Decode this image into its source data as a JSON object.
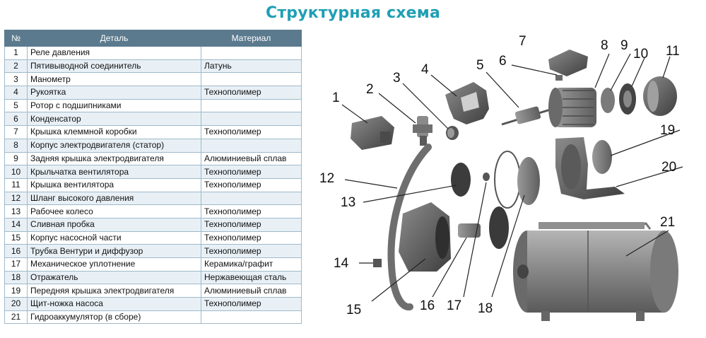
{
  "title": "Структурная схема",
  "table": {
    "headers": [
      "№",
      "Деталь",
      "Материал"
    ],
    "rows": [
      [
        "1",
        "Реле давления",
        ""
      ],
      [
        "2",
        "Пятивыводной соединитель",
        "Латунь"
      ],
      [
        "3",
        "Манометр",
        ""
      ],
      [
        "4",
        "Рукоятка",
        "Технополимер"
      ],
      [
        "5",
        "Ротор с подшипниками",
        ""
      ],
      [
        "6",
        "Конденсатор",
        ""
      ],
      [
        "7",
        "Крышка клеммной коробки",
        "Технополимер"
      ],
      [
        "8",
        "Корпус электродвигателя (статор)",
        ""
      ],
      [
        "9",
        "Задняя крышка электродвигателя",
        "Алюминиевый сплав"
      ],
      [
        "10",
        "Крыльчатка вентилятора",
        "Технополимер"
      ],
      [
        "11",
        "Крышка вентилятора",
        "Технополимер"
      ],
      [
        "12",
        "Шланг высокого давления",
        ""
      ],
      [
        "13",
        "Рабочее колесо",
        "Технополимер"
      ],
      [
        "14",
        "Сливная пробка",
        "Технополимер"
      ],
      [
        "15",
        "Корпус насосной части",
        "Технополимер"
      ],
      [
        "16",
        "Трубка Вентури и диффузор",
        "Технополимер"
      ],
      [
        "17",
        "Механическое уплотнение",
        "Керамика/графит"
      ],
      [
        "18",
        "Отражатель",
        "Нержавеющая сталь"
      ],
      [
        "19",
        "Передняя крышка электродвигателя",
        "Алюминиевый сплав"
      ],
      [
        "20",
        "Щит-ножка насоса",
        "Технополимер"
      ],
      [
        "21",
        "Гидроаккумулятор (в сборе)",
        ""
      ]
    ]
  },
  "diagram_labels": {
    "l1": "1",
    "l2": "2",
    "l3": "3",
    "l4": "4",
    "l5": "5",
    "l6": "6",
    "l7": "7",
    "l8": "8",
    "l9": "9",
    "l10": "10",
    "l11": "11",
    "l12": "12",
    "l13": "13",
    "l14": "14",
    "l15": "15",
    "l16": "16",
    "l17": "17",
    "l18": "18",
    "l19": "19",
    "l20": "20",
    "l21": "21"
  },
  "colors": {
    "title": "#1f9fb4",
    "header_bg": "#5b7a8e",
    "row_alt": "#e8f0f6",
    "grid": "#9fb9c9",
    "part_fill": "#6d6d6d"
  }
}
